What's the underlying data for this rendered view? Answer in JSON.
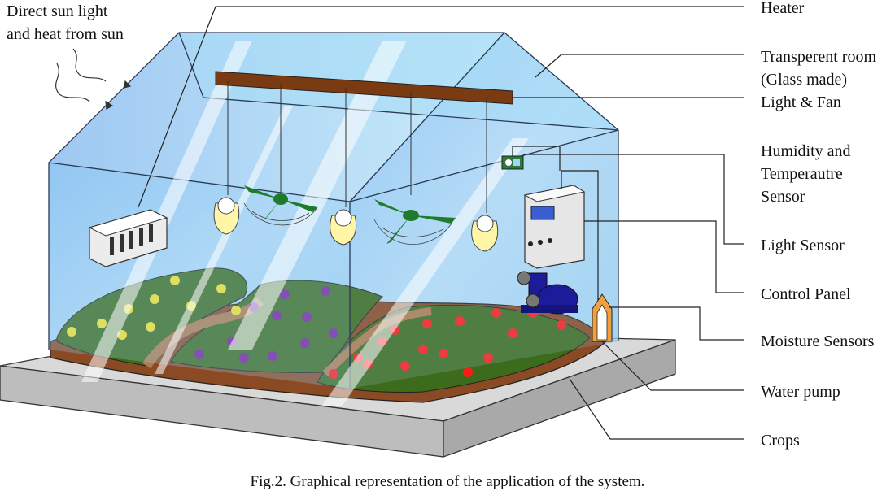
{
  "labels": {
    "sun": [
      "Direct sun light",
      "and heat from sun"
    ],
    "heater": "Heater",
    "room": [
      "Transperent room",
      "(Glass made)"
    ],
    "light_fan": "Light & Fan",
    "humidity": [
      "Humidity and",
      "Temperautre",
      "Sensor"
    ],
    "light_sensor": "Light Sensor",
    "control_panel": "Control Panel",
    "moisture": "Moisture Sensors",
    "water_pump": "Water pump",
    "crops": "Crops"
  },
  "caption": "Fig.2. Graphical representation of the application of the system.",
  "colors": {
    "glass": "#8fc6f2",
    "glass_edge": "#2b3a55",
    "base": "#d6d6d6",
    "soil": "#8a4a23",
    "field": "#3d6b1c",
    "path": "#b07a4c",
    "crop_yellow": "#f5e52a",
    "crop_purple": "#7a1f9a",
    "crop_red": "#ff1a1a",
    "bar": "#7a3a12",
    "pump": "#1c1c9a",
    "fan": "#1f7a2c",
    "bulb": "#fff6a8"
  }
}
